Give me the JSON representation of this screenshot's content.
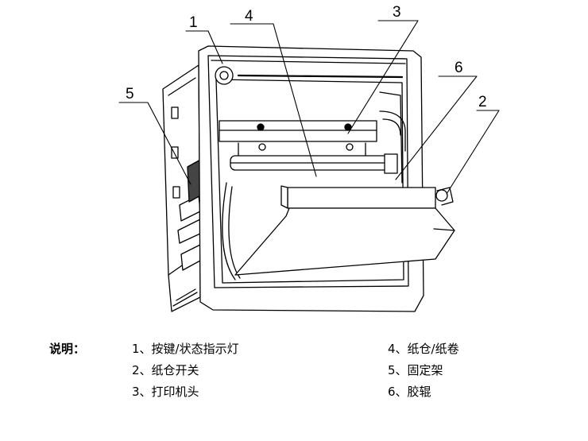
{
  "callouts": [
    "1",
    "2",
    "3",
    "4",
    "5",
    "6"
  ],
  "legend": {
    "title": "说明：",
    "items": [
      {
        "num": "1",
        "text": "1、按键/状态指示灯"
      },
      {
        "num": "2",
        "text": "2、纸仓开关"
      },
      {
        "num": "3",
        "text": "3、打印机头"
      },
      {
        "num": "4",
        "text": "4、纸仓/纸卷"
      },
      {
        "num": "5",
        "text": "5、固定架"
      },
      {
        "num": "6",
        "text": "6、胶辊"
      }
    ]
  }
}
